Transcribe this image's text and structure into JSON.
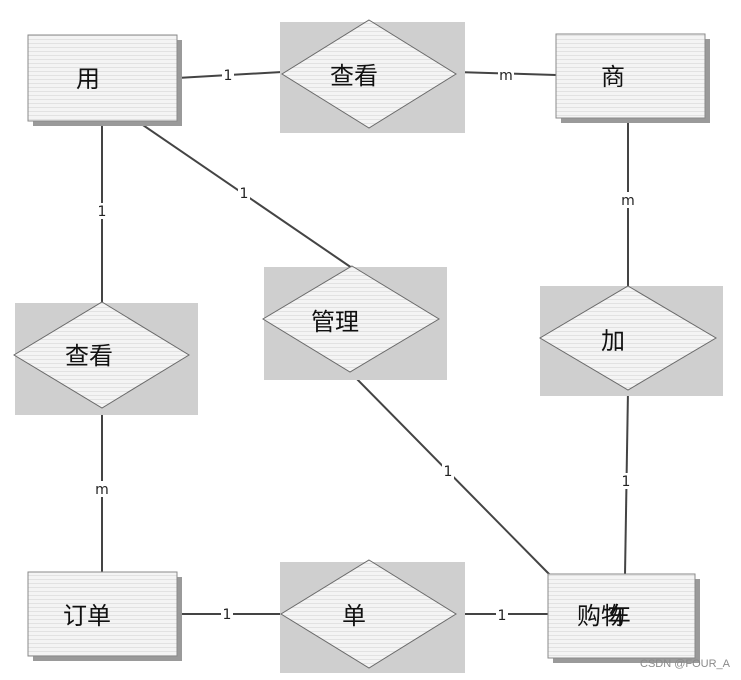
{
  "entities": {
    "user": "用",
    "product": "商",
    "order": "订单",
    "cart_a": "购物",
    "cart_b": "车"
  },
  "relations": {
    "view_top": "查看",
    "view_left": "查看",
    "manage": "管理",
    "add": "加",
    "order_rel": "单"
  },
  "cardinalities": {
    "user_view_top": "1",
    "view_product": "m",
    "user_view_left": "1",
    "view_order": "m",
    "user_manage": "1",
    "manage_cart": "1",
    "product_add": "m",
    "add_cart": "1",
    "order_order_rel": "1",
    "order_rel_cart": "1"
  },
  "watermark": "CSDN @FOUR_A"
}
